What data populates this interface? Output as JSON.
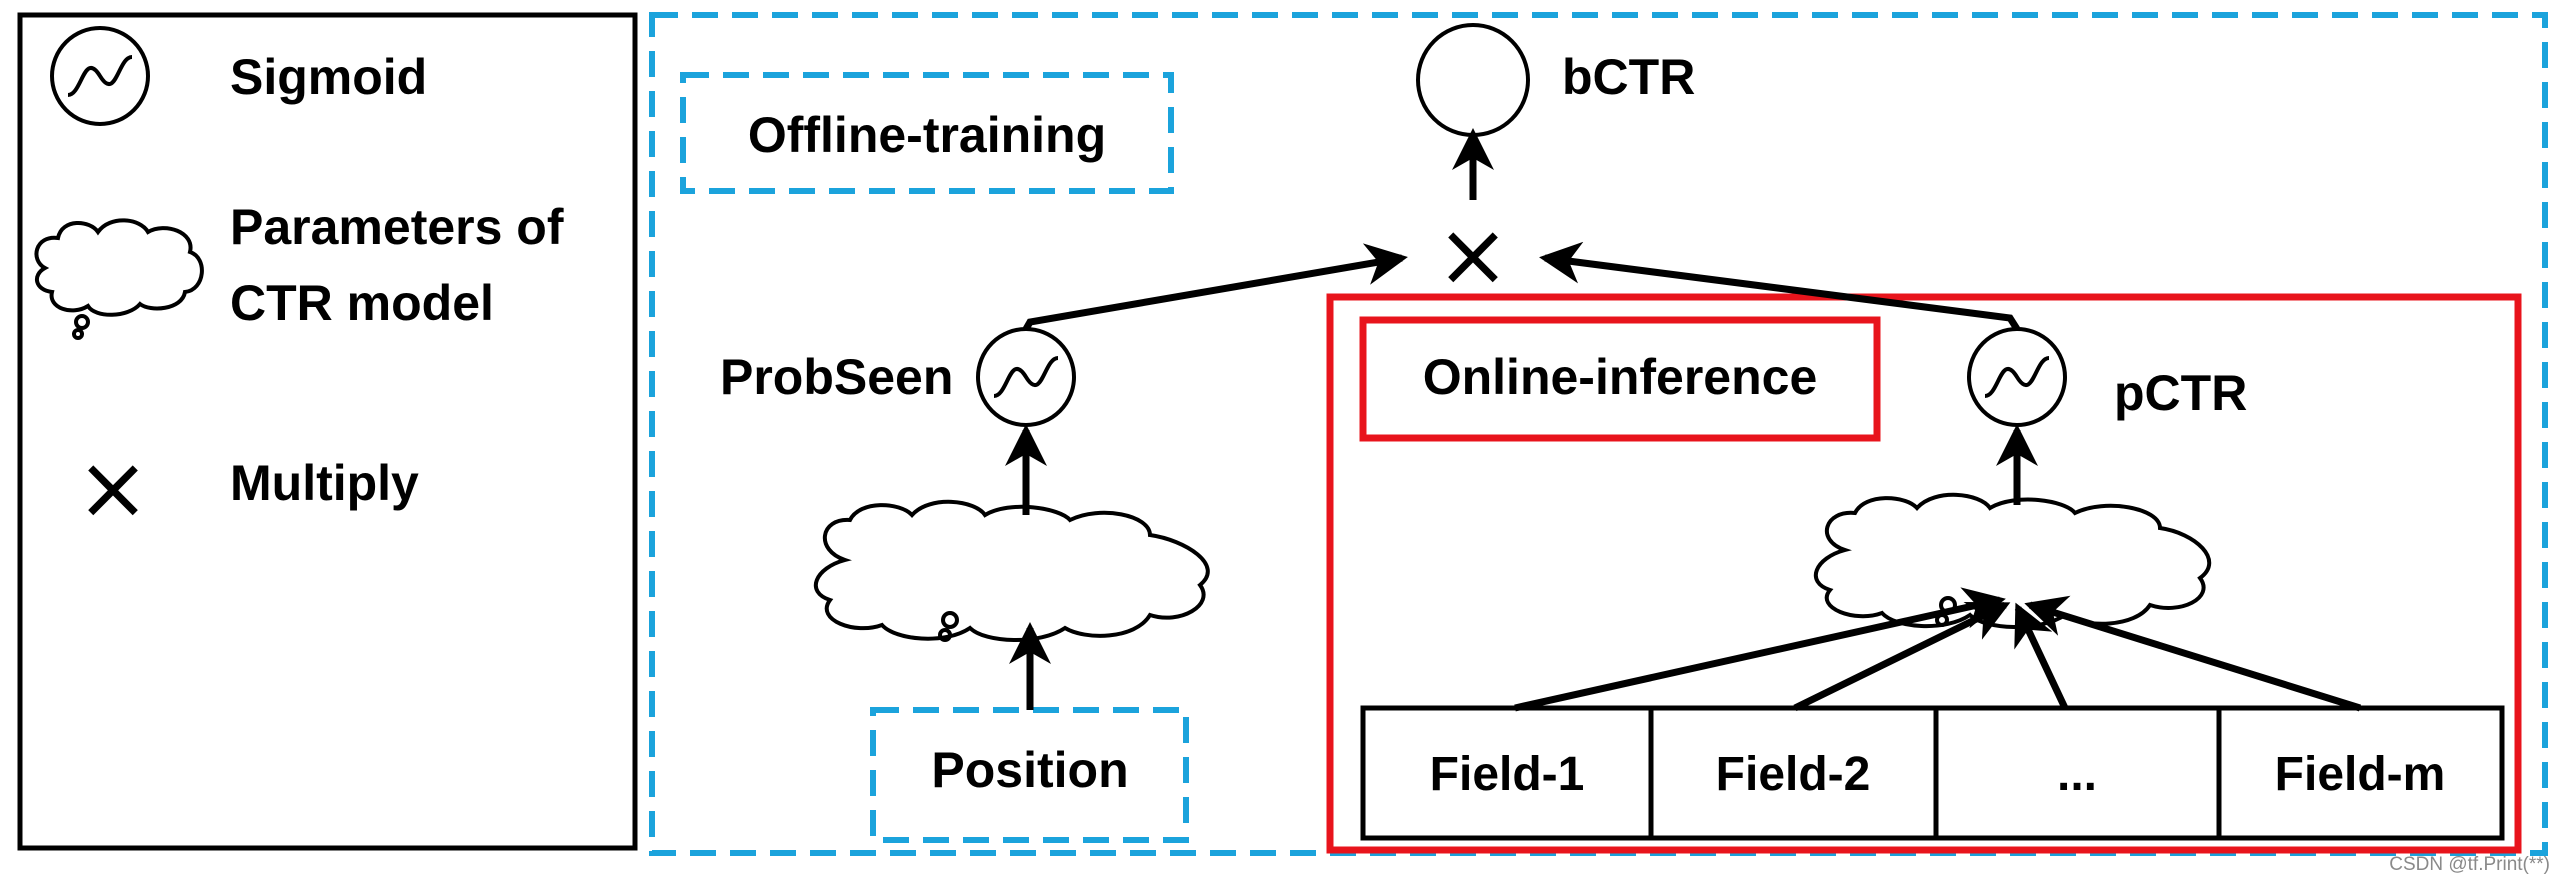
{
  "legend": {
    "sigmoid_label": "Sigmoid",
    "params_label_line1": "Parameters of",
    "params_label_line2": "CTR model",
    "multiply_label": "Multiply",
    "multiply_symbol": "×"
  },
  "offline_label": "Offline-training",
  "online_label": "Online-inference",
  "nodes": {
    "bctr": "bCTR",
    "probseen": "ProbSeen",
    "pctr": "pCTR",
    "multiply": "×"
  },
  "position_label": "Position",
  "fields": [
    "Field-1",
    "Field-2",
    "...",
    "Field-m"
  ],
  "watermark": "CSDN @tf.Print(**)",
  "colors": {
    "offline_border": "#1ba3dc",
    "online_border": "#e8141c",
    "stroke": "#000000"
  }
}
